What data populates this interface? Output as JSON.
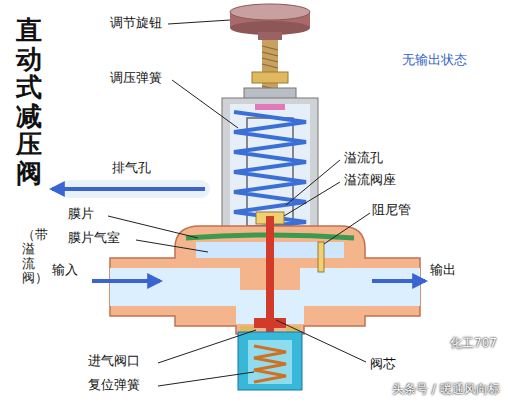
{
  "diagram": {
    "title": "直动式减压阀",
    "labels": [
      "（带溢流阀）",
      "调节旋钮",
      "无输出状态",
      "调压弹簧",
      "排气孔",
      "溢流孔",
      "溢流阀座",
      "膜片",
      "阻尼管",
      "膜片气室",
      "输入",
      "输出",
      "进气阀口",
      "阀芯",
      "复位弹簧",
      "化工707",
      "头条号 / 暖通风向标"
    ]
  }
}
